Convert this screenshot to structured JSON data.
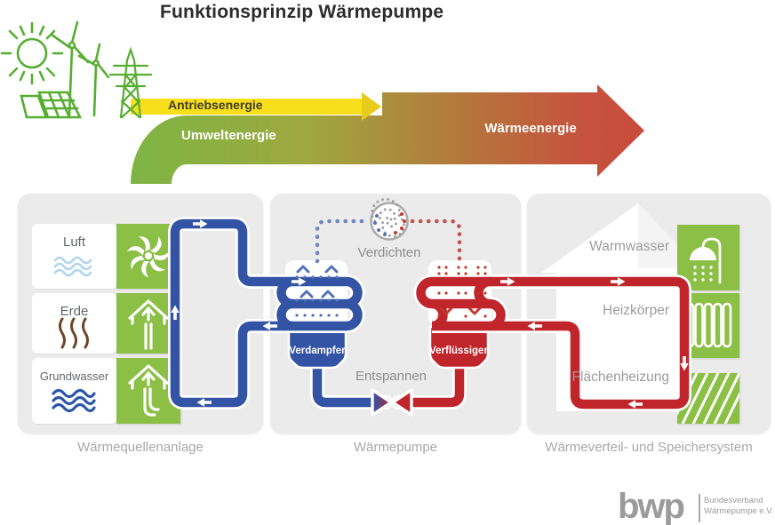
{
  "title": "Funktionsprinzip Wärmepumpe",
  "flow": {
    "drive": "Antriebsenergie",
    "ambient": "Umweltenergie",
    "heat": "Wärmeenergie"
  },
  "source_panel": {
    "caption": "Wärmequellenanlage",
    "rows": [
      {
        "label": "Luft",
        "icon": "fan"
      },
      {
        "label": "Erde",
        "icon": "ground-probe"
      },
      {
        "label": "Grundwasser",
        "icon": "groundwater-well"
      }
    ]
  },
  "pump_panel": {
    "caption": "Wärmepumpe",
    "compress": "Verdichten",
    "expand": "Entspannen",
    "evaporator": "Verdampfer",
    "condenser": "Verflüssiger"
  },
  "dist_panel": {
    "caption": "Wärmeverteil- und Speichersystem",
    "rows": [
      {
        "label": "Warmwasser",
        "icon": "shower"
      },
      {
        "label": "Heizkörper",
        "icon": "radiator"
      },
      {
        "label": "Flächenheizung",
        "icon": "floor-heating"
      }
    ]
  },
  "logo": {
    "name": "bwp",
    "org1": "Bundesverband",
    "org2": "Wärmepumpe e.V."
  },
  "colors": {
    "square_green": "#8bbf45",
    "lineart_green": "#56ae31",
    "pipe_blue": "#3353a4",
    "pipe_red": "#c0252b",
    "arrow_yellow": "#f7df1c",
    "panel_gray": "#ebebeb"
  }
}
